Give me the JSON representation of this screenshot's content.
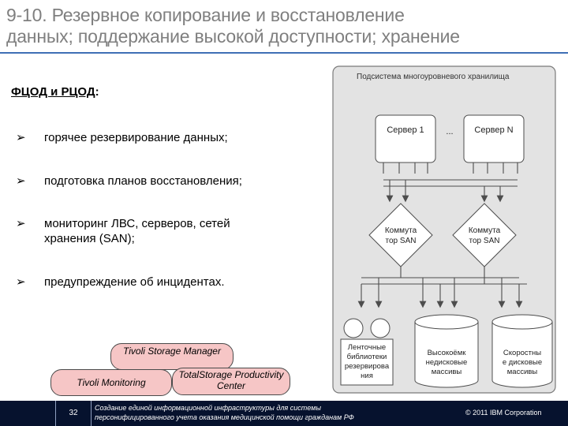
{
  "slide": {
    "title_line1": "9-10. Резервное копирование и восстановление",
    "title_line2": "данных; поддержание высокой доступности; хранение",
    "subheading": "ФЦОД и РЦОД",
    "subheading_colon": ":",
    "bullet_marker": "➢",
    "bullets": [
      "горячее резервирование данных;",
      "подготовка планов восстановления;",
      "мониторинг ЛВС, серверов, сетей хранения (SAN);",
      "предупреждение об инцидентах."
    ]
  },
  "tivoli": {
    "storage_manager": "Tivoli Storage Manager",
    "monitoring": "Tivoli Monitoring",
    "totalstorage": "TotalStorage Productivity Center"
  },
  "diagram": {
    "panel_title": "Подсистема многоуровневого хранилища",
    "server1": "Сервер 1",
    "ellipsis": "...",
    "serverN": "Сервер N",
    "switch_line1": "Коммута",
    "switch_line2": "тор SAN",
    "storage": [
      [
        "Ленточные",
        "библиотеки",
        "резервирова",
        "ния"
      ],
      [
        "Высокоёмк",
        "недисковые",
        "массивы"
      ],
      [
        "Скоростны",
        "е дисковые",
        "массивы"
      ]
    ],
    "colors": {
      "panel": "#e3e3e3",
      "box": "#ffffff",
      "line": "#4d4d4d"
    }
  },
  "footer": {
    "page": "32",
    "line1": "Создание единой информационной инфраструктуры для системы",
    "line2": "персонифицированного учета оказания медицинской помощи гражданам РФ",
    "copyright": "© 2011 IBM Corporation"
  }
}
